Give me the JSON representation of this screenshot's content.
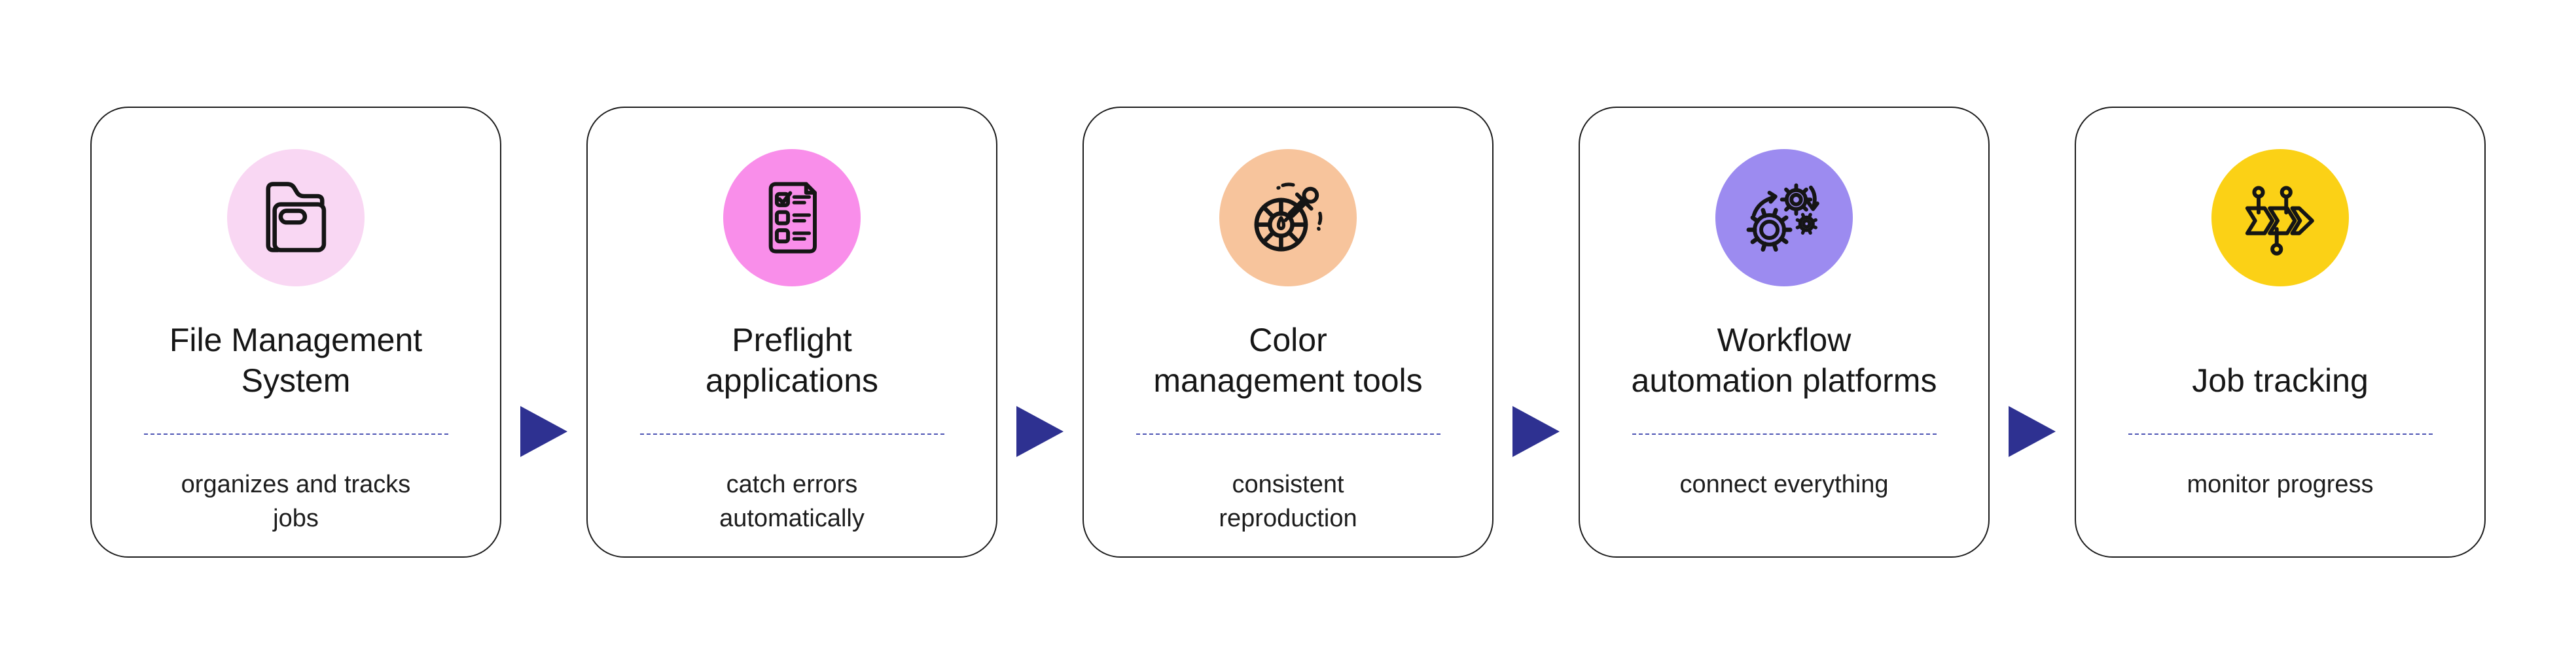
{
  "page": {
    "background_color": "#FFFFFF"
  },
  "flow": {
    "connector_color": "#2E3191",
    "divider_color": "#4E54B4",
    "card_border_color": "#1C1C1C",
    "title_color": "#161616",
    "subtitle_color": "#1D1D1D",
    "icon_stroke_color": "#151515",
    "steps": [
      {
        "title": "File Management\nSystem",
        "subtitle": "organizes and tracks\njobs",
        "icon": "folder-icon",
        "circle_color": "#F9D7F3"
      },
      {
        "title": "Preflight\napplications",
        "subtitle": "catch errors\nautomatically",
        "icon": "checklist-document-icon",
        "circle_color": "#F98EEA"
      },
      {
        "title": "Color\nmanagement tools",
        "subtitle": "consistent\nreproduction",
        "icon": "color-wheel-eyedropper-icon",
        "circle_color": "#F7C49C"
      },
      {
        "title": "Workflow\nautomation platforms",
        "subtitle": "connect everything",
        "icon": "gears-automation-icon",
        "circle_color": "#9C8BF0"
      },
      {
        "title": "Job tracking",
        "subtitle": "monitor progress",
        "icon": "timeline-chevrons-icon",
        "circle_color": "#FBD116"
      }
    ]
  }
}
